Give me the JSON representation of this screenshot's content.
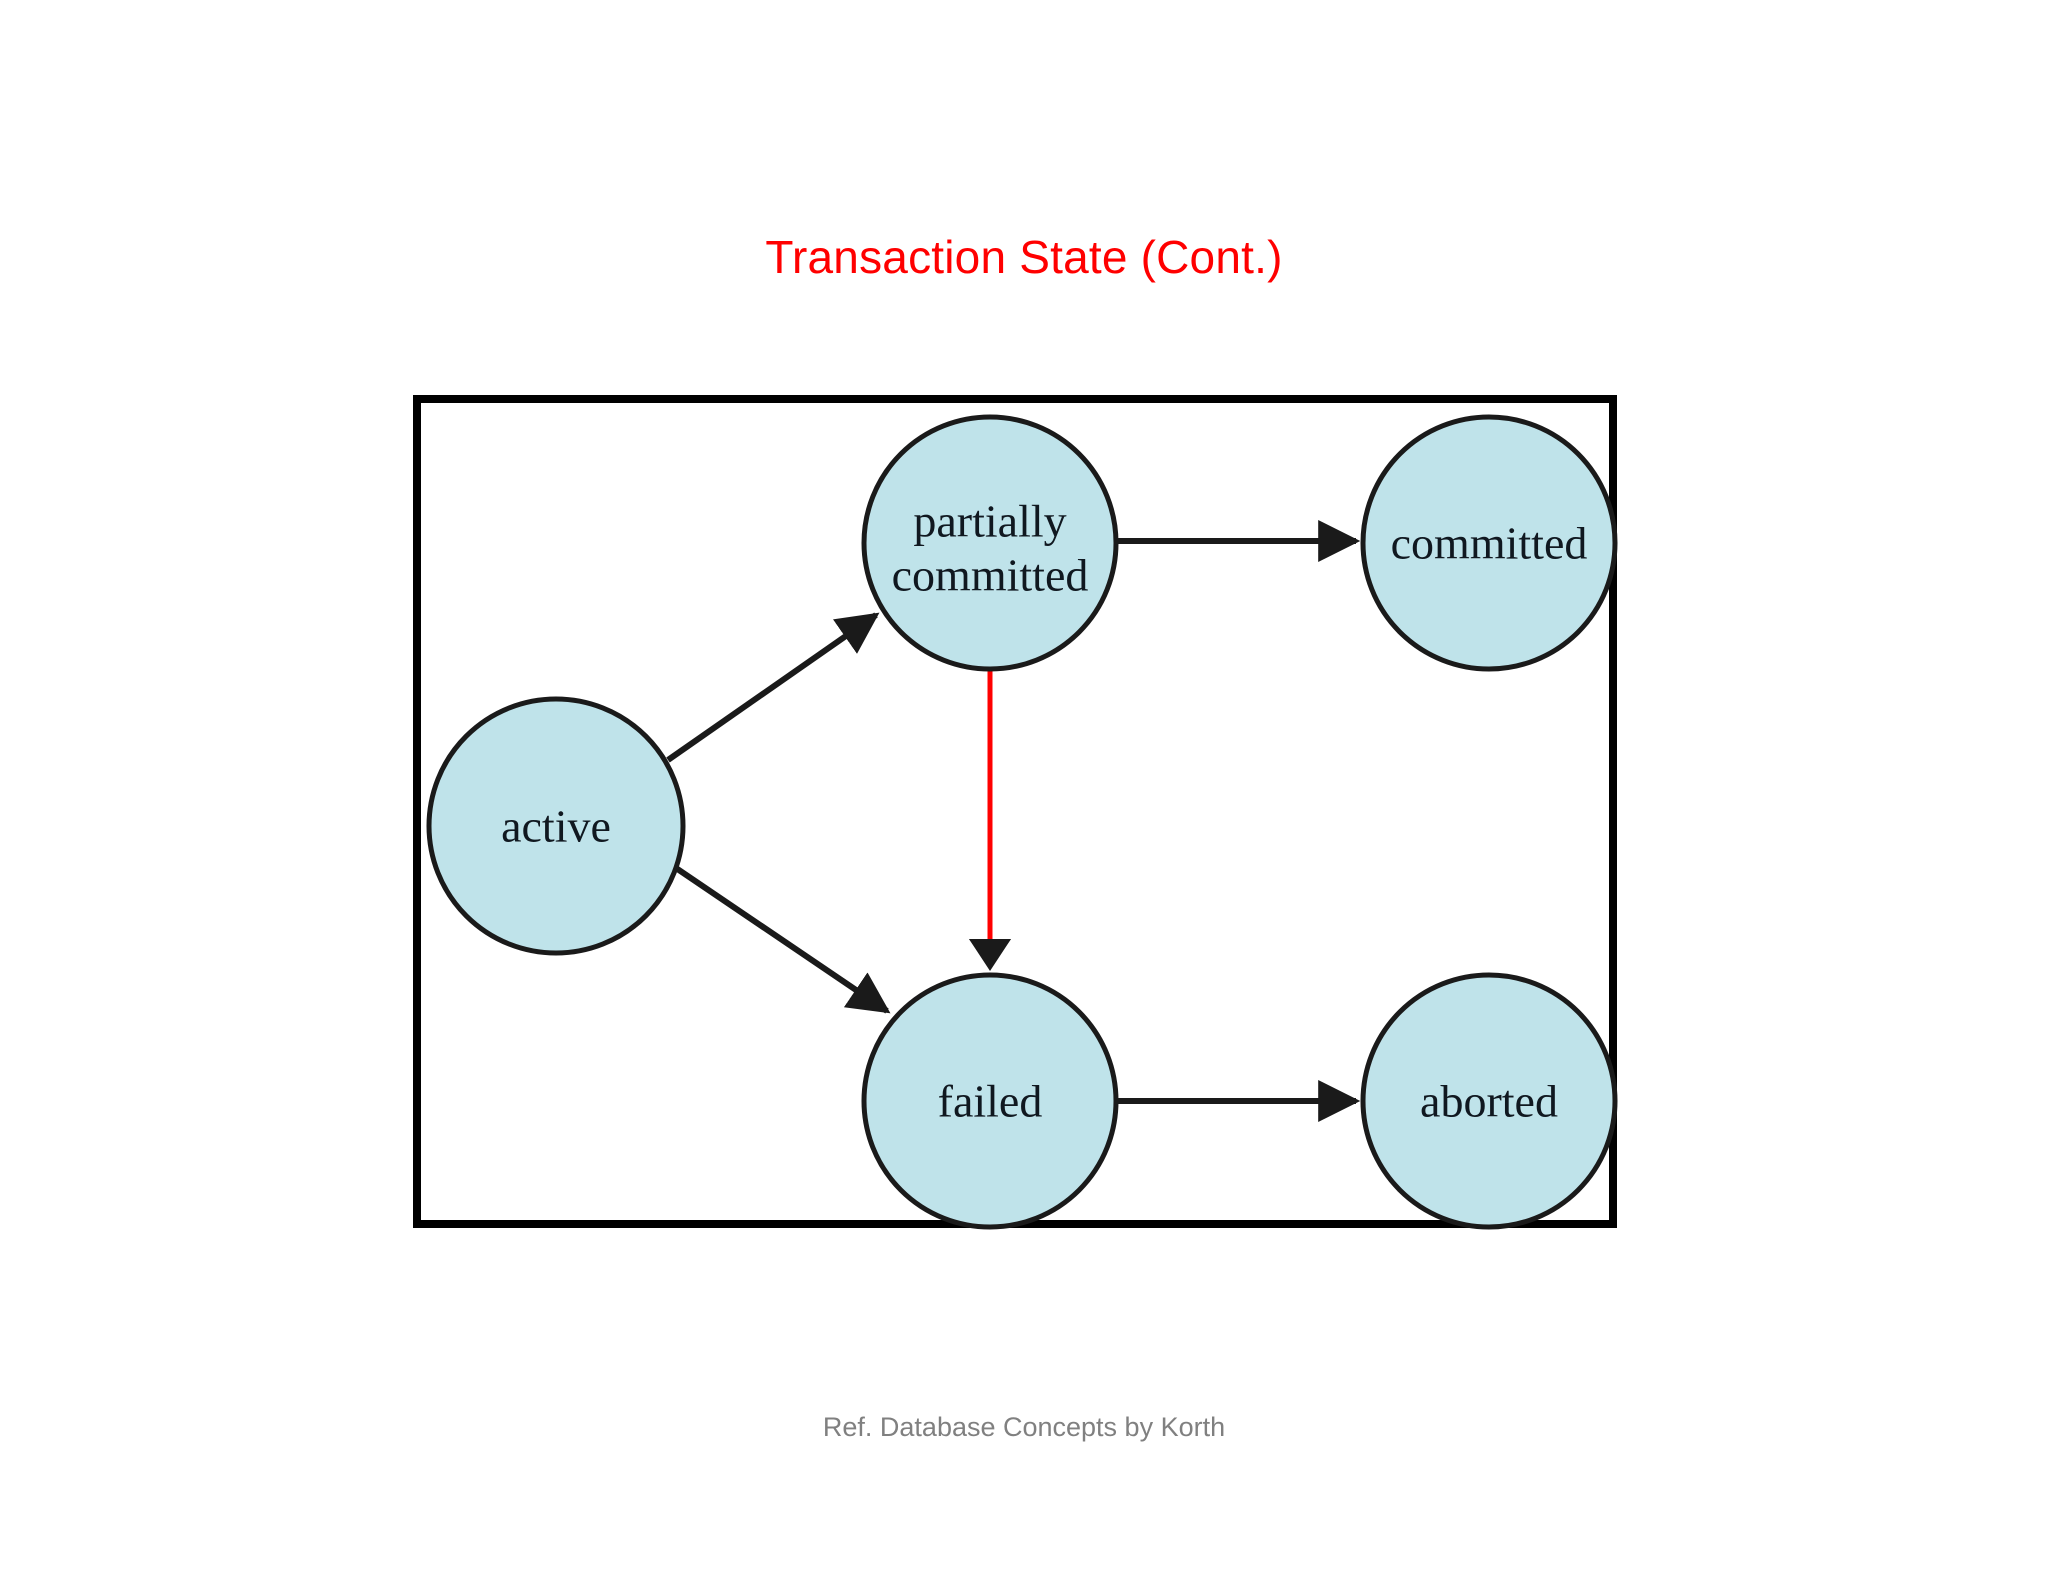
{
  "slide": {
    "title": "Transaction State (Cont.)",
    "title_color": "#FF0000",
    "background_color": "#FFFFFF",
    "footer": "Ref. Database Concepts by Korth",
    "footer_color": "#808080"
  },
  "diagram": {
    "type": "state-transition-diagram",
    "frame_border_color": "#000000",
    "node_fill_color": "#BFE3EA",
    "node_stroke_color": "#1A1A1A",
    "states": [
      {
        "id": "active",
        "label": "active",
        "label_lines": [
          "active"
        ]
      },
      {
        "id": "partially-committed",
        "label": "partially committed",
        "label_lines": [
          "partially",
          "committed"
        ]
      },
      {
        "id": "committed",
        "label": "committed",
        "label_lines": [
          "committed"
        ]
      },
      {
        "id": "failed",
        "label": "failed",
        "label_lines": [
          "failed"
        ]
      },
      {
        "id": "aborted",
        "label": "aborted",
        "label_lines": [
          "aborted"
        ]
      }
    ],
    "transitions": [
      {
        "id": "active-to-partially-committed",
        "from": "active",
        "to": "partially committed",
        "color": "#1A1A1A"
      },
      {
        "id": "active-to-failed",
        "from": "active",
        "to": "failed",
        "color": "#1A1A1A"
      },
      {
        "id": "partially-committed-to-committed",
        "from": "partially committed",
        "to": "committed",
        "color": "#1A1A1A"
      },
      {
        "id": "partially-committed-to-failed",
        "from": "partially committed",
        "to": "failed",
        "color": "#FF0000"
      },
      {
        "id": "failed-to-aborted",
        "from": "failed",
        "to": "aborted",
        "color": "#1A1A1A"
      }
    ]
  }
}
